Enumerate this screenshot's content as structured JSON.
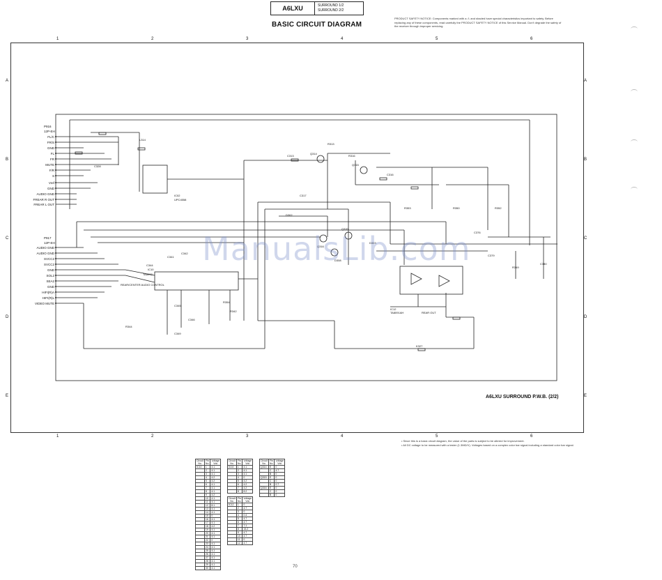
{
  "header": {
    "model": "A6LXU",
    "sub_lines": [
      "SURROUND 1/2",
      "SURROUND 2/2"
    ],
    "title": "BASIC CIRCUIT DIAGRAM",
    "safety_notice": "PRODUCT SAFETY NOTICE: Components marked with a ⚠ and shaded have special characteristics important to safety. Before replacing any of these components, read carefully the PRODUCT SAFETY NOTICE of this Service Manual. Don't degrade the safety of the receiver through improper servicing."
  },
  "grid": {
    "columns": [
      "1",
      "2",
      "3",
      "4",
      "5",
      "6"
    ],
    "rows": [
      "A",
      "B",
      "C",
      "D",
      "E"
    ]
  },
  "connectors": {
    "p916": {
      "name": "P916",
      "pins_label": "12P-EH",
      "pins": [
        "FL/C",
        "FR/S",
        "GND",
        "FL",
        "FR",
        "MUTE",
        "F/R",
        "S",
        "Vref",
        "GND",
        "AUDIO GND",
        "FREAR R OUT",
        "FREAR L OUT"
      ]
    },
    "p917": {
      "name": "P917",
      "pins_label": "12P-EH",
      "pins": [
        "AUDIO GND",
        "AUDIO GND",
        "SVCC2",
        "SVCC2",
        "GND",
        "SOL2",
        "SEA2",
        "GND",
        "HIFI(R)A",
        "HIFI(R)L",
        "VIDEO MUTE"
      ]
    }
  },
  "components": {
    "ic_main": {
      "ref": "IC10",
      "part": "TA8092",
      "desc": "REAR/CENTER AUDIO CONTROL"
    },
    "ic_small": {
      "ref": "IC02",
      "part": "UPC4558"
    },
    "ic_amp": {
      "ref": "IC12",
      "part": "TA8091AH",
      "desc": "REAR OUT"
    },
    "refs": [
      "Q314",
      "Q315",
      "Q316",
      "Q320",
      "R313",
      "R316",
      "C313",
      "C316",
      "C317",
      "C328",
      "C341",
      "C342",
      "C344",
      "C345",
      "C346",
      "C349",
      "C376",
      "C379",
      "C380",
      "D302",
      "D303",
      "D308",
      "L314",
      "R342",
      "R344",
      "R349",
      "R350",
      "R352",
      "R353",
      "R354",
      "K327"
    ]
  },
  "labels": {
    "pwb": "A6LXU SURROUND P.W.B. (2/2)",
    "notes": [
      "• Since this is a basic circuit diagram, the value of the parts is subject to be altered for improvement.",
      "• All DC voltage to be measured with a tester (1.3MΩ/V). Voltages based on a complex color bar signal including a standard color bar signal."
    ],
    "watermark": "ManualsLib.com",
    "page_number": "70"
  },
  "voltage_tables": {
    "col_headers": [
      "Circuit No.",
      "Pin No.",
      "Voltage Vdc"
    ],
    "ic10": {
      "ref": "IC10",
      "rows": [
        [
          "1",
          "4.1"
        ],
        [
          "2",
          "4.1"
        ],
        [
          "3",
          "4.1"
        ],
        [
          "4",
          "4.2"
        ],
        [
          "5",
          "4.2"
        ],
        [
          "6",
          "4.1"
        ],
        [
          "7",
          "4.1"
        ],
        [
          "8",
          "4.1"
        ],
        [
          "9",
          "4.2"
        ],
        [
          "10",
          "4.1"
        ],
        [
          "11",
          "4.1"
        ],
        [
          "12",
          "8.1"
        ],
        [
          "13",
          "4.1"
        ],
        [
          "14",
          "4.1"
        ],
        [
          "15",
          "0"
        ],
        [
          "16",
          "4.1"
        ],
        [
          "17",
          "4.1"
        ],
        [
          "18",
          "4.2"
        ],
        [
          "19",
          "4.1"
        ],
        [
          "20",
          "4.1"
        ],
        [
          "21",
          "4.1"
        ],
        [
          "22",
          "0"
        ],
        [
          "23",
          "4.1"
        ],
        [
          "24",
          "4.1"
        ],
        [
          "25",
          "4.1"
        ],
        [
          "26",
          "4.1"
        ],
        [
          "27",
          "4.1"
        ],
        [
          "28",
          "4.1"
        ],
        [
          "29",
          "4.1"
        ],
        [
          "30",
          "4.1"
        ]
      ]
    },
    "ic02": {
      "ref": "IC02",
      "rows": [
        [
          "1",
          "4.1"
        ],
        [
          "2",
          "4.1"
        ],
        [
          "3",
          "4.1"
        ],
        [
          "4",
          "0"
        ],
        [
          "5",
          "4.2"
        ],
        [
          "6",
          "4.2"
        ],
        [
          "7",
          "4.2"
        ],
        [
          "8",
          "8.2"
        ]
      ]
    },
    "ic12": {
      "ref": "IC12",
      "rows": [
        [
          "1",
          "0"
        ],
        [
          "2",
          "4.7"
        ],
        [
          "3",
          "0"
        ],
        [
          "4",
          "0.4"
        ],
        [
          "5",
          "4.7"
        ],
        [
          "6",
          "4.7"
        ],
        [
          "7",
          "7.1"
        ],
        [
          "8",
          "15.2"
        ],
        [
          "9",
          "4.7"
        ],
        [
          "10",
          "4.7"
        ],
        [
          "11",
          "0"
        ],
        [
          "12",
          "4.7"
        ]
      ]
    },
    "transistors": [
      {
        "ref": "Q314",
        "rows": [
          [
            "E",
            "0"
          ],
          [
            "C",
            "4.7"
          ],
          [
            "B",
            "0"
          ]
        ]
      },
      {
        "ref": "Q315",
        "rows": [
          [
            "E",
            "0"
          ],
          [
            "C",
            "0"
          ],
          [
            "B",
            "0.7"
          ]
        ]
      },
      {
        "ref": "Q316",
        "rows": [
          [
            "E",
            "0"
          ],
          [
            "C",
            "0"
          ],
          [
            "B",
            "0"
          ]
        ]
      }
    ]
  }
}
